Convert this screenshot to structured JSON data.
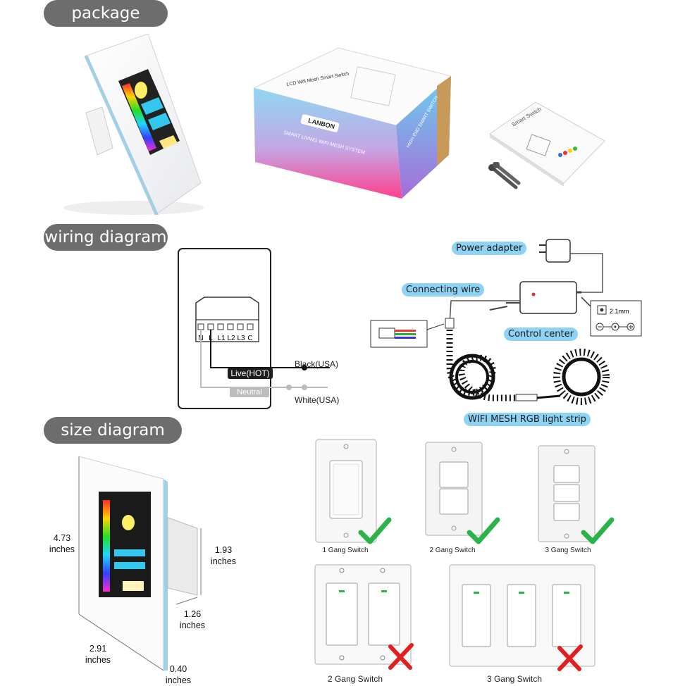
{
  "sections": {
    "package": "package",
    "wiring": "wiring diagram",
    "size": "size diagram"
  },
  "box": {
    "brand": "LANBON",
    "line1": "LCD Wifi Mesh Smart Switch",
    "line2": "SMART LIVING WIFI MESH SYSTEM",
    "side": "HIGH END SMART SWITCH"
  },
  "manual": {
    "title": "Smart Switch"
  },
  "wiring": {
    "terminals": [
      "N",
      "L",
      "L1",
      "L2",
      "L3",
      "C"
    ],
    "live": "Live(HOT)",
    "neutral": "Neutral",
    "black": "Black(USA)",
    "white": "White(USA)",
    "power_adapter": "Power adapter",
    "connecting_wire": "Connecting wire",
    "control_center": "Control center",
    "dc_size": "2.1mm",
    "strip": "WIFI MESH RGB light strip"
  },
  "dimensions": {
    "height": "4.73",
    "height_unit": "inches",
    "box_depth": "1.93",
    "box_depth_unit": "inches",
    "box_width": "1.26",
    "box_width_unit": "inches",
    "width": "2.91",
    "width_unit": "inches",
    "thickness": "0.40",
    "thickness_unit": "inches"
  },
  "compatibility": [
    {
      "label": "1 Gang Switch",
      "ok": true
    },
    {
      "label": "2 Gang Switch",
      "ok": true
    },
    {
      "label": "3 Gang Switch",
      "ok": true
    },
    {
      "label": "2 Gang Switch",
      "ok": false
    },
    {
      "label": "3 Gang Switch",
      "ok": false
    }
  ],
  "colors": {
    "pill": "#6d6d6d",
    "tag_blue": "#8fd3f4",
    "check_green": "#2bb34a",
    "cross_red": "#e02020"
  }
}
